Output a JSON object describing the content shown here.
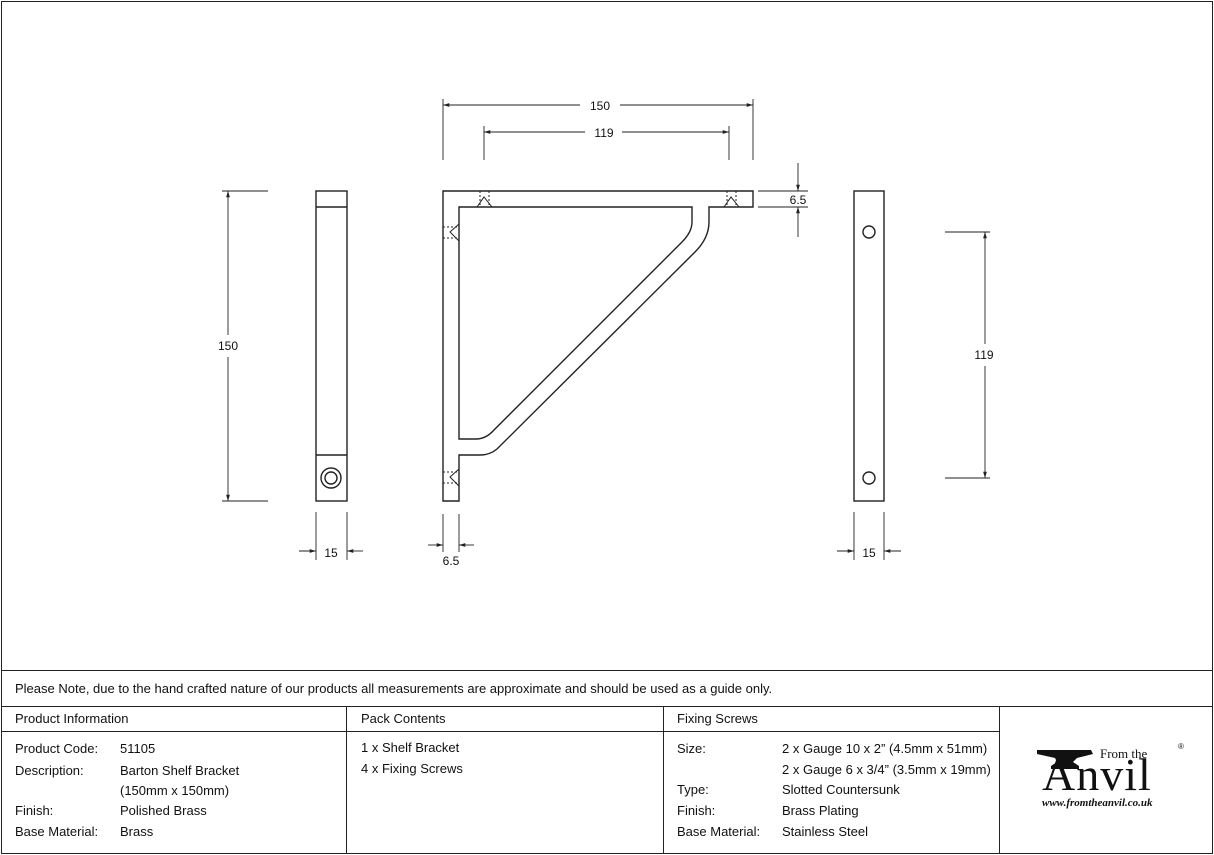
{
  "dimensions": {
    "top_overall": "150",
    "top_holes": "119",
    "thickness_top": "6.5",
    "left_height": "150",
    "left_width": "15",
    "thickness_bottom": "6.5",
    "right_holes": "119",
    "right_width": "15"
  },
  "note": "Please Note, due to the hand crafted nature of our products all measurements are approximate and should be used as a guide only.",
  "product_info": {
    "header": "Product Information",
    "rows": [
      {
        "label": "Product Code:",
        "value": "51105"
      },
      {
        "label": "Description:",
        "value": "Barton Shelf Bracket"
      },
      {
        "label": "",
        "value": "(150mm x 150mm)"
      },
      {
        "label": "Finish:",
        "value": "Polished Brass"
      },
      {
        "label": "Base Material:",
        "value": "Brass"
      }
    ]
  },
  "pack_contents": {
    "header": "Pack Contents",
    "items": [
      "1 x Shelf Bracket",
      "4 x Fixing Screws"
    ]
  },
  "fixing_screws": {
    "header": "Fixing Screws",
    "rows": [
      {
        "label": "Size:",
        "value": "2 x Gauge 10 x 2” (4.5mm x 51mm)"
      },
      {
        "label": "",
        "value": "2 x Gauge 6 x 3/4” (3.5mm x 19mm)"
      },
      {
        "label": "Type:",
        "value": "Slotted Countersunk"
      },
      {
        "label": "Finish:",
        "value": "Brass Plating"
      },
      {
        "label": "Base Material:",
        "value": "Stainless Steel"
      }
    ]
  },
  "logo": {
    "from_the": "From the",
    "anvil": "Anvil",
    "registered": "®",
    "url": "www.fromtheanvil.co.uk"
  }
}
